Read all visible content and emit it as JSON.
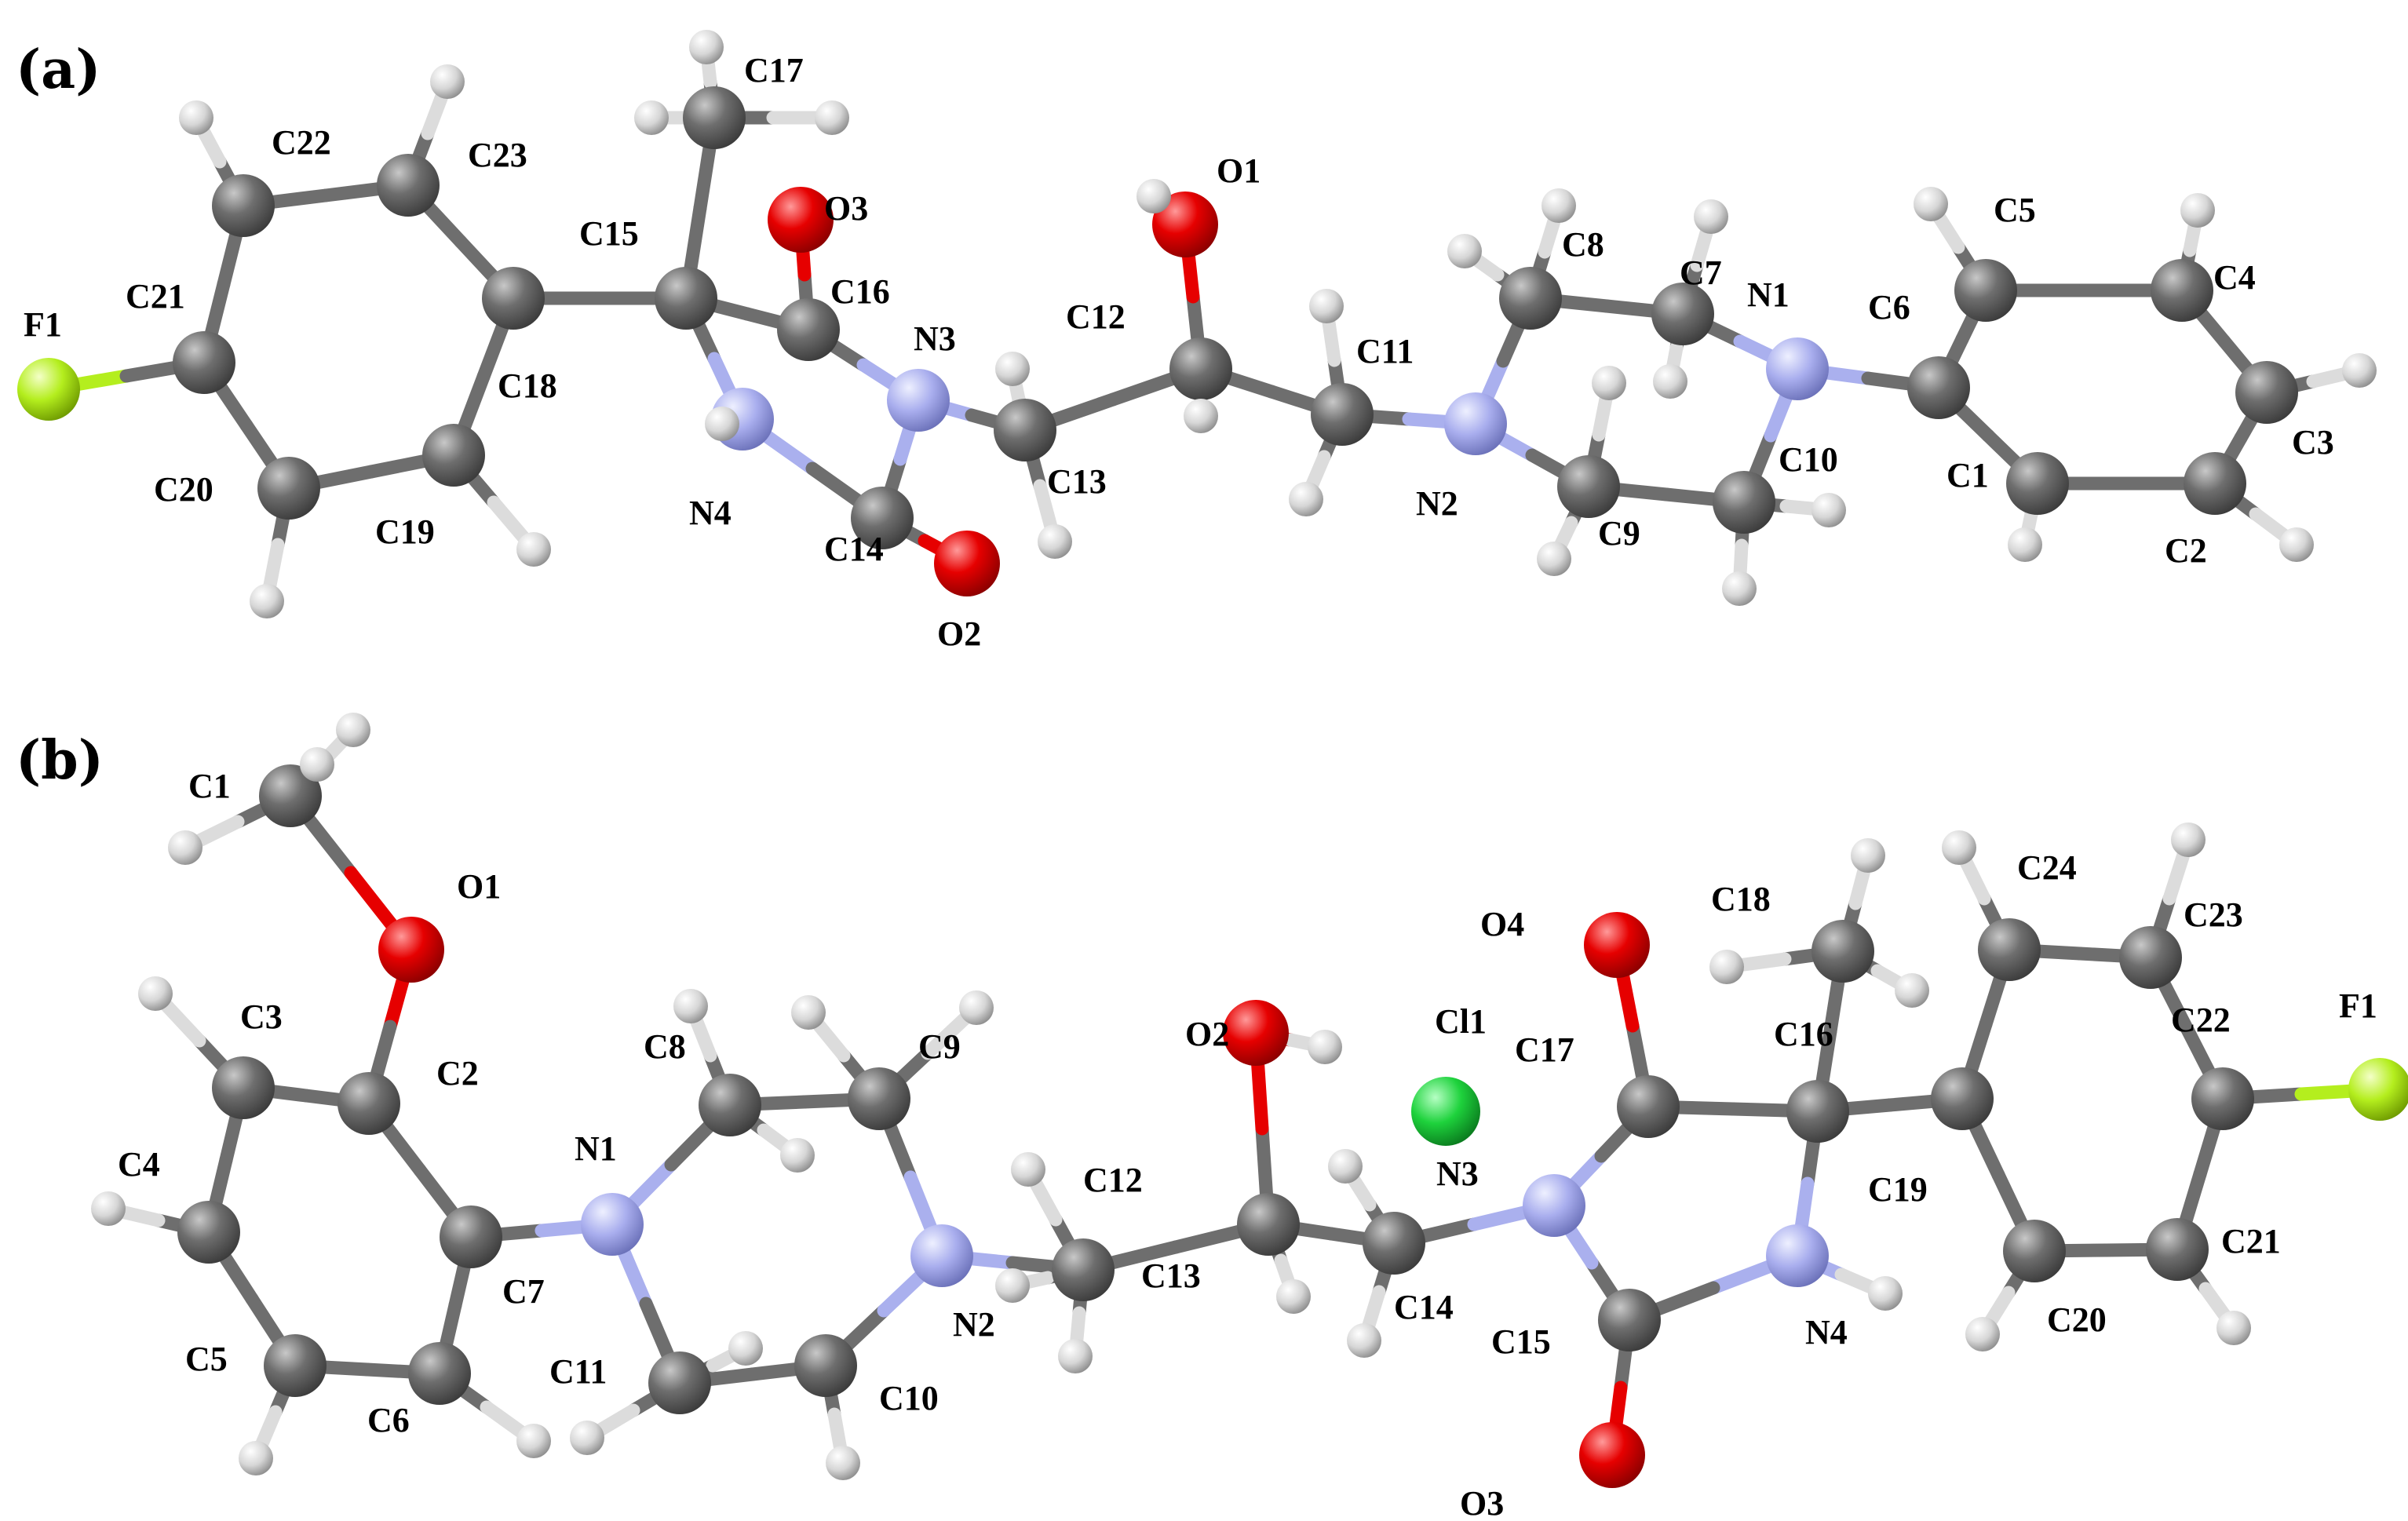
{
  "colors": {
    "background": "#ffffff",
    "carbon": "#6e6e6e",
    "hydrogen": "#dcdcdc",
    "nitrogen": "#aab0ee",
    "oxygen": "#e60000",
    "fluorine": "#b4ee1e",
    "chlorine": "#1ed23c"
  },
  "panels": [
    {
      "label": "(a)",
      "atom_labels": [
        "F1",
        "C21",
        "C22",
        "C23",
        "C20",
        "C19",
        "C18",
        "C15",
        "C17",
        "O3",
        "C16",
        "N3",
        "N4",
        "C14",
        "O2",
        "C13",
        "C12",
        "O1",
        "C11",
        "N2",
        "C8",
        "C7",
        "N1",
        "C9",
        "C10",
        "C6",
        "C5",
        "C4",
        "C3",
        "C1",
        "C2"
      ]
    },
    {
      "label": "(b)",
      "atom_labels": [
        "C1",
        "O1",
        "C3",
        "C2",
        "C4",
        "C5",
        "C6",
        "C7",
        "N1",
        "C8",
        "C9",
        "C11",
        "C10",
        "N2",
        "C12",
        "C13",
        "O2",
        "C14",
        "Cl1",
        "N3",
        "O4",
        "C17",
        "C18",
        "C16",
        "C15",
        "O3",
        "N4",
        "C24",
        "C23",
        "C22",
        "F1",
        "C19",
        "C20",
        "C21"
      ]
    }
  ]
}
